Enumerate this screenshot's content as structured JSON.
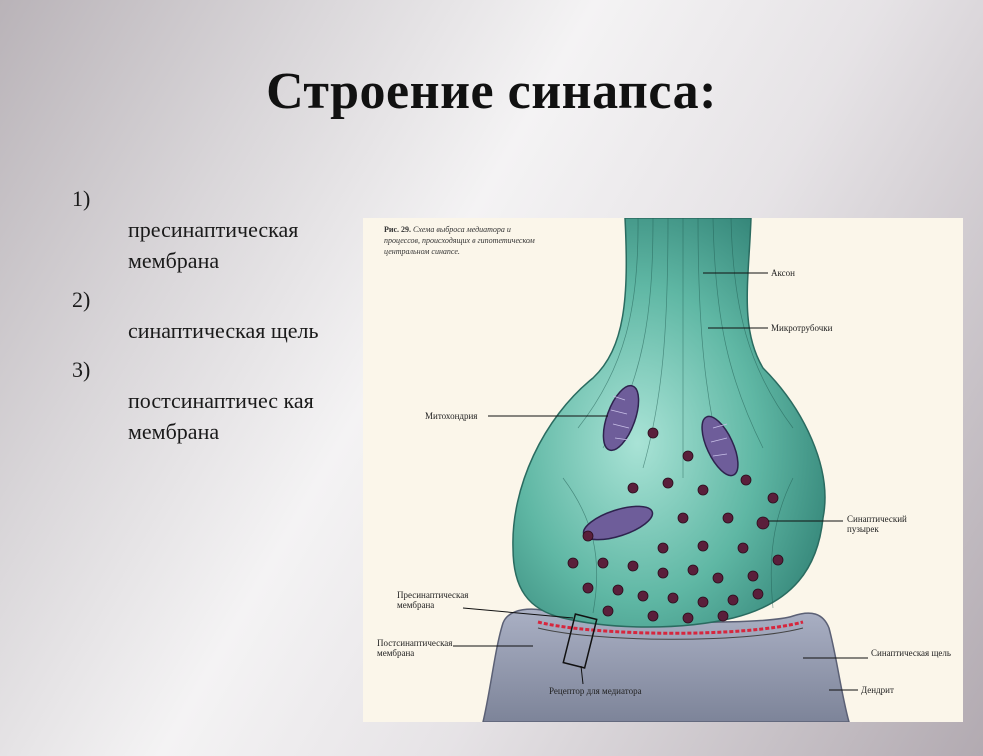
{
  "title": "Строение синапса:",
  "items": [
    {
      "num": "1)",
      "text": "пресинаптическая мембрана"
    },
    {
      "num": "2)",
      "text": "синаптическая щель"
    },
    {
      "num": "3)",
      "text": "постсинаптичес кая мембрана"
    }
  ],
  "figure": {
    "caption_prefix": "Рис. 29.",
    "caption": "Схема выброса медиатора и процессов, происходящих в гипотетическом центральном синапсе.",
    "labels": {
      "axon": "Аксон",
      "microtubules": "Микротрубочки",
      "mitochondria": "Митохондрия",
      "synaptic_vesicle": "Синаптический пузырек",
      "presynaptic_membrane": "Пресинаптическая мембрана",
      "postsynaptic_membrane": "Постсинаптическая мембрана",
      "synaptic_cleft": "Синаптическая щель",
      "dendrite": "Дендрит",
      "mediator_receptor": "Рецептор для медиатора"
    }
  },
  "colors": {
    "terminal": "#5fb7a4",
    "vesicle": "#5a1f3b",
    "mitochondria": "#6e5d9a",
    "dendrite": "#9fa5b8",
    "cleft": "#d7263d"
  }
}
